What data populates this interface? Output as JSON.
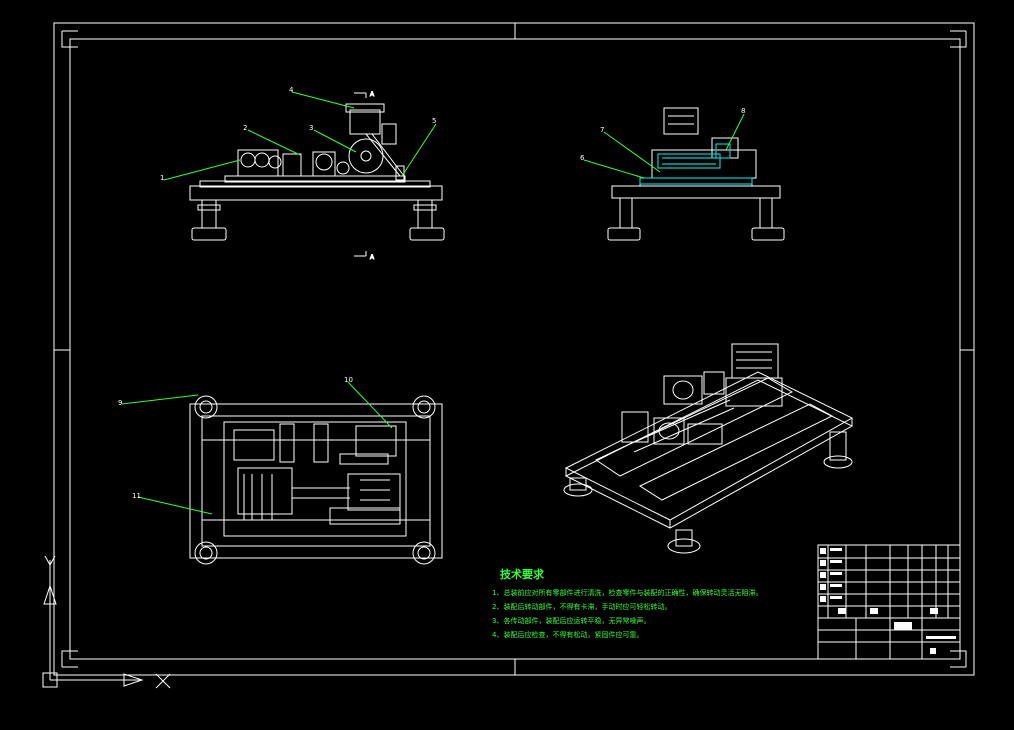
{
  "callouts": [
    "1",
    "2",
    "3",
    "4",
    "5",
    "6",
    "7",
    "8",
    "9",
    "10",
    "11"
  ],
  "tech_requirements": {
    "title": "技术要求",
    "items": [
      "1、总装前应对所有零部件进行清洗，检查零件与装配的正确性，确保转动灵活无阻滞。",
      "2、装配后转动部件，不得有卡滞，手动时应可轻松转动。",
      "3、各传动部件，装配后应运转平稳，无异常噪声。",
      "4、装配后应检查，不得有松动，紧固件应可靠。"
    ]
  },
  "view_marks": {
    "top_arrow": "A",
    "bottom_arrow": "A"
  },
  "colors": {
    "line": "#ffffff",
    "leader": "#33ff33",
    "highlight": "#00cccc",
    "background": "#000000"
  }
}
